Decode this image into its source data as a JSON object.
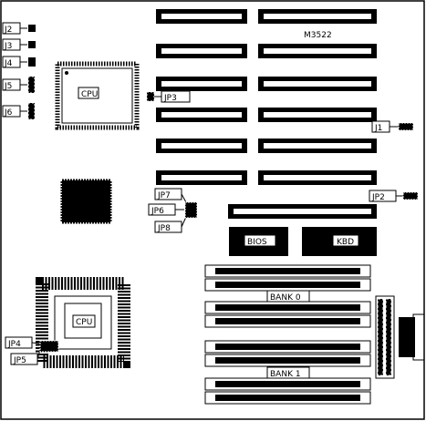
{
  "board": {
    "model": "M3522",
    "jumpers": {
      "j1": "J1",
      "j2": "J2",
      "j3": "J3",
      "j4": "J4",
      "j5": "J5",
      "j6": "J6",
      "jp2": "JP2",
      "jp3": "JP3",
      "jp4": "JP4",
      "jp5": "JP5",
      "jp6": "JP6",
      "jp7": "JP7",
      "jp8": "JP8"
    },
    "chips": {
      "cpu_upper": "CPU",
      "cpu_lower": "CPU",
      "bios": "BIOS",
      "kbd": "KBD"
    },
    "banks": {
      "bank0": "BANK 0",
      "bank1": "BANK 1"
    }
  }
}
